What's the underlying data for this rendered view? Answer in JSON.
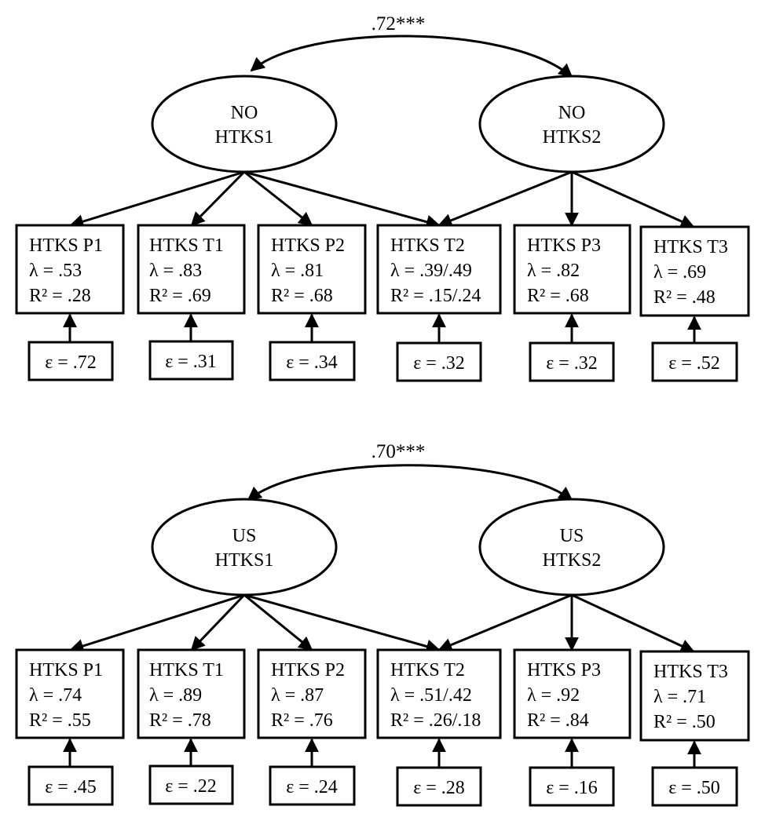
{
  "panels": [
    {
      "correlation": ".72***",
      "factors": [
        {
          "line1": "NO",
          "line2": "HTKS1"
        },
        {
          "line1": "NO",
          "line2": "HTKS2"
        }
      ],
      "indicators": [
        {
          "name": "HTKS P1",
          "lambda": "λ = .53",
          "r2": "R² = .28",
          "error": "ε = .72"
        },
        {
          "name": "HTKS T1",
          "lambda": "λ = .83",
          "r2": "R² = .69",
          "error": "ε = .31"
        },
        {
          "name": "HTKS P2",
          "lambda": "λ = .81",
          "r2": "R² = .68",
          "error": "ε = .34"
        },
        {
          "name": "HTKS T2",
          "lambda": "λ = .39/.49",
          "r2": "R² = .15/.24",
          "error": "ε = .32"
        },
        {
          "name": "HTKS P3",
          "lambda": "λ = .82",
          "r2": "R² = .68",
          "error": "ε = .32"
        },
        {
          "name": "HTKS T3",
          "lambda": "λ = .69",
          "r2": "R² = .48",
          "error": "ε = .52"
        }
      ]
    },
    {
      "correlation": ".70***",
      "factors": [
        {
          "line1": "US",
          "line2": "HTKS1"
        },
        {
          "line1": "US",
          "line2": "HTKS2"
        }
      ],
      "indicators": [
        {
          "name": "HTKS P1",
          "lambda": "λ = .74",
          "r2": "R² = .55",
          "error": "ε = .45"
        },
        {
          "name": "HTKS T1",
          "lambda": "λ = .89",
          "r2": "R² = .78",
          "error": "ε = .22"
        },
        {
          "name": "HTKS P2",
          "lambda": "λ = .87",
          "r2": "R² = .76",
          "error": "ε = .24"
        },
        {
          "name": "HTKS T2",
          "lambda": "λ = .51/.42",
          "r2": "R² = .26/.18",
          "error": "ε = .28"
        },
        {
          "name": "HTKS P3",
          "lambda": "λ = .92",
          "r2": "R² = .84",
          "error": "ε = .16"
        },
        {
          "name": "HTKS T3",
          "lambda": "λ = .71",
          "r2": "R² = .50",
          "error": "ε = .50"
        }
      ]
    }
  ]
}
